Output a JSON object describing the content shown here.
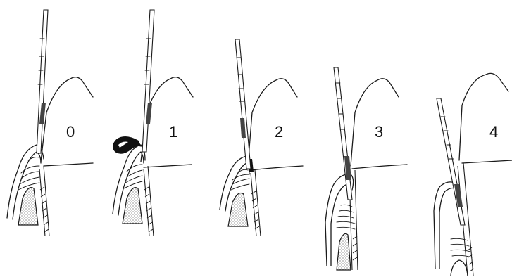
{
  "stages": [
    {
      "label": "0"
    },
    {
      "label": "1"
    },
    {
      "label": "2"
    },
    {
      "label": "3"
    },
    {
      "label": "4"
    }
  ],
  "colors": {
    "ink": "#1a1a1a",
    "probe_marking": "#444444",
    "background": "#ffffff"
  }
}
